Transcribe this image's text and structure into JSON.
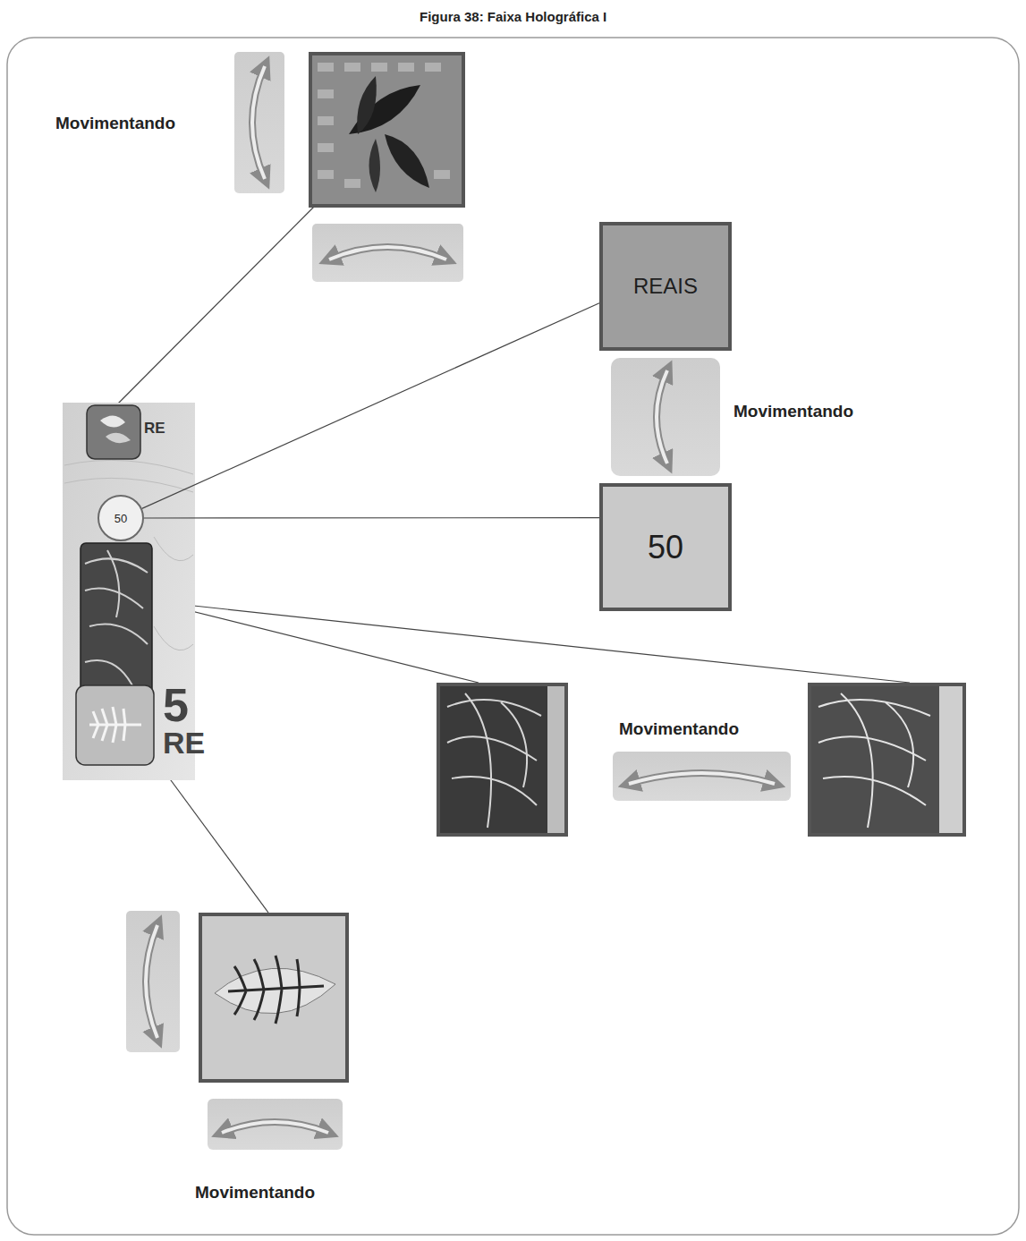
{
  "diagram": {
    "title": "Figura 38: Faixa Holográfica I",
    "nodes": [
      {
        "text": [
          "50"
        ]
      },
      {
        "text": [
          "REAIS"
        ]
      },
      {
        "text": [
          "50"
        ]
      }
    ],
    "edges": [
      {
        "from": 0,
        "to": 1,
        "arrow": "none"
      },
      {
        "from": 0,
        "to": 2,
        "arrow": "none"
      }
    ],
    "labels": [
      "Movimentando",
      "Movimentando",
      "Movimentando",
      "Movimentando",
      "RE",
      "5",
      "RE"
    ]
  }
}
